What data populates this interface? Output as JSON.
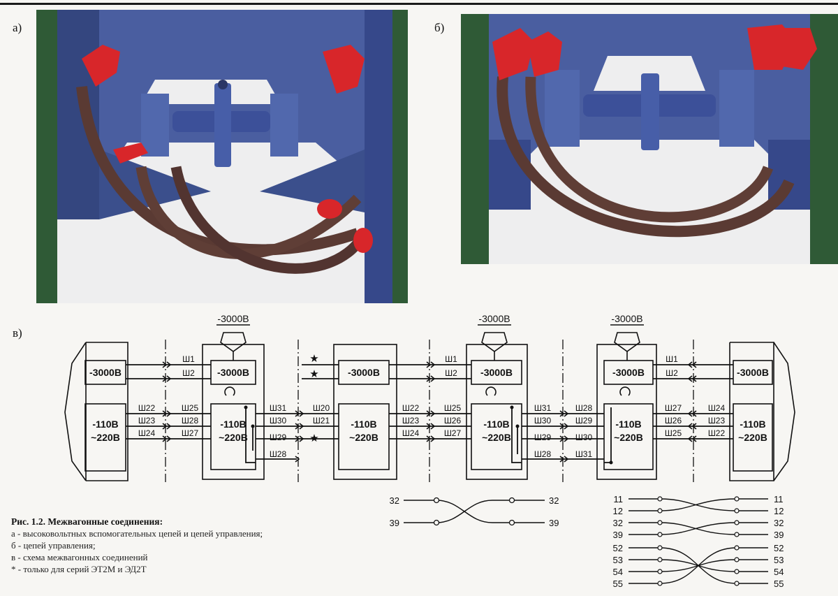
{
  "panel_labels": {
    "a": "а)",
    "b": "б)",
    "v": "в)"
  },
  "caption": {
    "title": "Рис. 1.2. Межвагонные соединения:",
    "lines": [
      "а - высоковольтных вспомогательных цепей и цепей управления;",
      "б - цепей управления;",
      "в - схема межвагонных соединений",
      "* - только для серий ЭТ2М и ЭД2Т"
    ]
  },
  "schematic": {
    "hv_top_labels": [
      "-3000В",
      "-3000В",
      "-3000В"
    ],
    "hv_box_labels": [
      "-3000В",
      "-3000В",
      "-3000В",
      "-3000В",
      "-3000В",
      "-3000В"
    ],
    "lv_box_labels": [
      [
        "-110В",
        "~220В"
      ],
      [
        "-110В",
        "~220В"
      ],
      [
        "-110В",
        "~220В"
      ],
      [
        "-110В",
        "~220В"
      ],
      [
        "-110В",
        "~220В"
      ],
      [
        "-110В",
        "~220В"
      ]
    ],
    "hv_wire_labels": [
      "Ш1",
      "Ш2",
      "Ш1",
      "Ш2",
      "Ш1",
      "Ш2"
    ],
    "wire_labels_row1": [
      "Ш22",
      "Ш25",
      "Ш31",
      "Ш20",
      "Ш22",
      "Ш25",
      "Ш31",
      "Ш28",
      "Ш27",
      "Ш24"
    ],
    "wire_labels_row2": [
      "Ш23",
      "Ш28",
      "Ш30",
      "Ш21",
      "Ш23",
      "Ш26",
      "Ш30",
      "Ш29",
      "Ш26",
      "Ш23"
    ],
    "wire_labels_row3": [
      "Ш24",
      "Ш27",
      "Ш29",
      "Ш24",
      "Ш27",
      "Ш29",
      "Ш30",
      "Ш25",
      "Ш22"
    ],
    "wire_labels_row4": [
      "Ш28",
      "Ш28",
      "Ш31"
    ],
    "star_marks": [
      "★",
      "★",
      "★"
    ],
    "crossover_small": {
      "left": [
        "32",
        "39"
      ],
      "right": [
        "32",
        "39"
      ]
    },
    "crossover_large": {
      "left": [
        "11",
        "12",
        "32",
        "39",
        "52",
        "53",
        "54",
        "55"
      ],
      "right": [
        "11",
        "12",
        "32",
        "39",
        "52",
        "53",
        "54",
        "55"
      ]
    }
  },
  "colors": {
    "car_body": "#3b4f8c",
    "hose": "#5a3a33",
    "coupler_red": "#d8262a",
    "side_green": "#2f5a36",
    "ink": "#111111"
  }
}
